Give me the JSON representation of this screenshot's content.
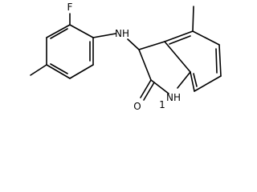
{
  "structure": {
    "atoms": {
      "fluorine": "F",
      "amine_nh": "NH",
      "ring_nh": "NH",
      "ring_nh_locant": "1",
      "carbonyl_o": "O"
    },
    "colors": {
      "line": "#000000",
      "background": "#ffffff"
    }
  }
}
